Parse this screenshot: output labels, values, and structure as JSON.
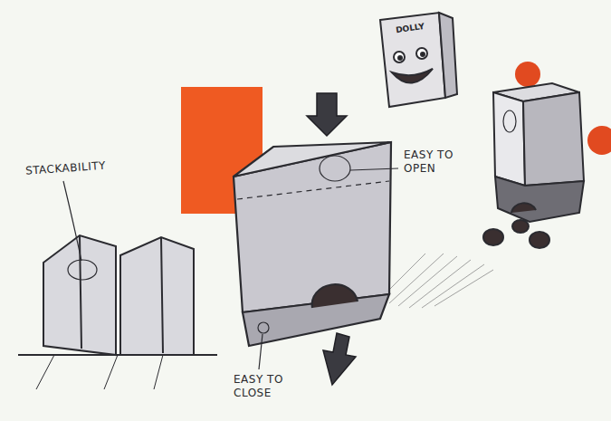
{
  "diagram": {
    "nodes": [
      {
        "text": [
          "DOLLY"
        ]
      }
    ],
    "labels": [
      "STACKABILITY",
      "EASY TO OPEN",
      "EASY TO CLOSE"
    ]
  }
}
